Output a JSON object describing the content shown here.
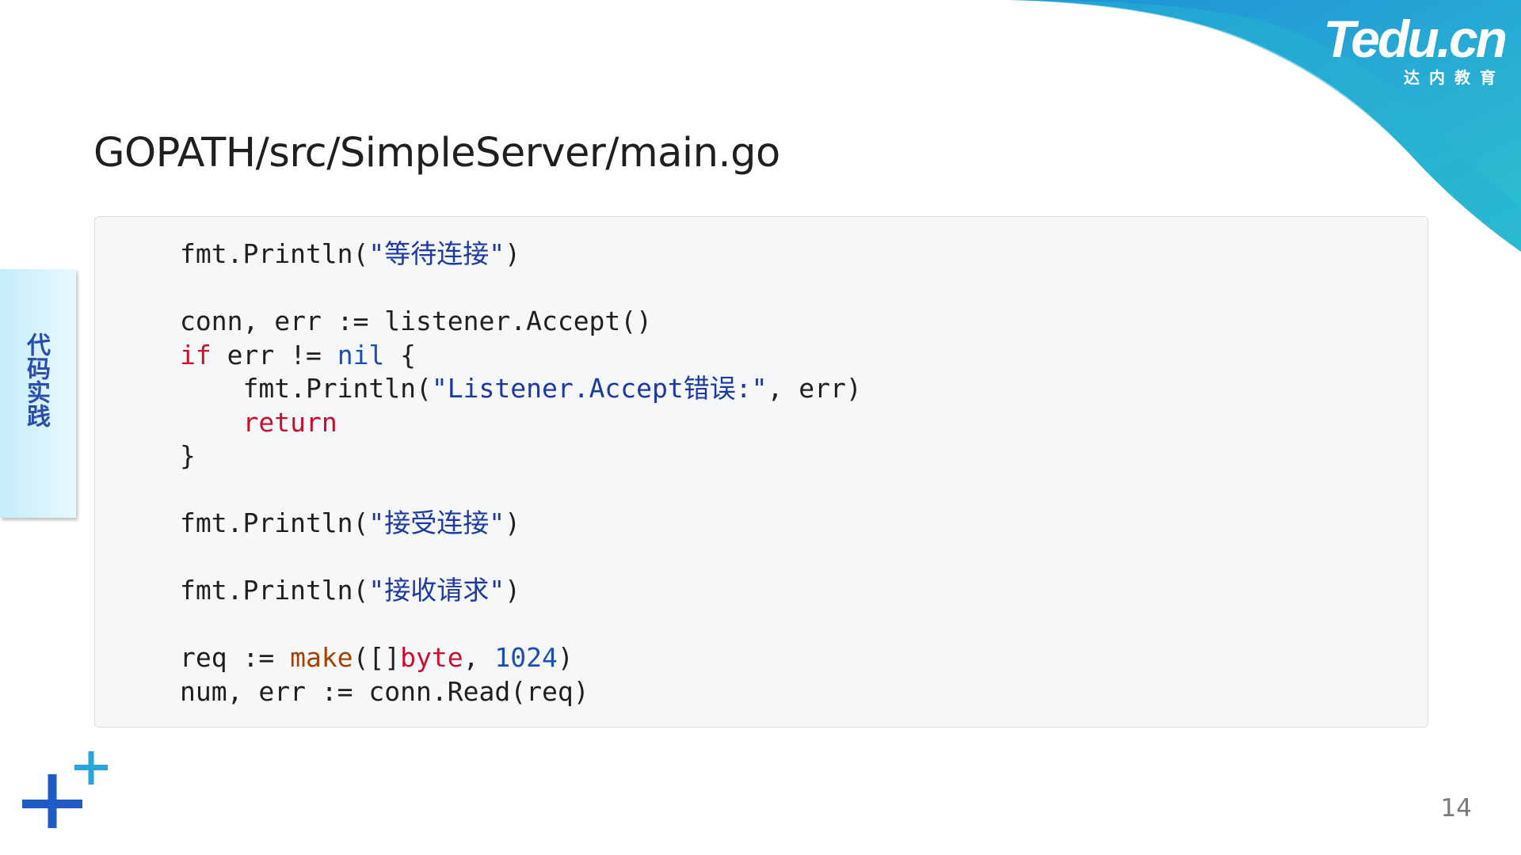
{
  "logo": {
    "main": "Tedu.cn",
    "sub": "达内教育"
  },
  "slide": {
    "title": "GOPATH/src/SimpleServer/main.go",
    "side_tab": "代码实践",
    "page_number": "14"
  },
  "code": {
    "line1": {
      "a": "fmt.Println(",
      "s": "\"等待连接\"",
      "b": ")"
    },
    "line2": "conn, err := listener.Accept()",
    "line3": {
      "kw": "if",
      "a": " err != ",
      "nil": "nil",
      "b": " {"
    },
    "line4": {
      "a": "    fmt.Println(",
      "s": "\"Listener.Accept错误:\"",
      "b": ", err)"
    },
    "line5": {
      "kw": "return"
    },
    "line6": "}",
    "line7": {
      "a": "fmt.Println(",
      "s": "\"接受连接\"",
      "b": ")"
    },
    "line8": {
      "a": "fmt.Println(",
      "s": "\"接收请求\"",
      "b": ")"
    },
    "line9": {
      "a": "req := ",
      "fn": "make",
      "b": "([]",
      "t": "byte",
      "c": ", ",
      "n": "1024",
      "d": ")"
    },
    "line10": "num, err := conn.Read(req)"
  },
  "colors": {
    "swoosh_blue": "#1f8fd8",
    "swoosh_teal": "#2ec2cf",
    "keyword_red": "#c8102e",
    "string_blue": "#1c3aa0",
    "side_tab_text": "#2b4fa8"
  }
}
